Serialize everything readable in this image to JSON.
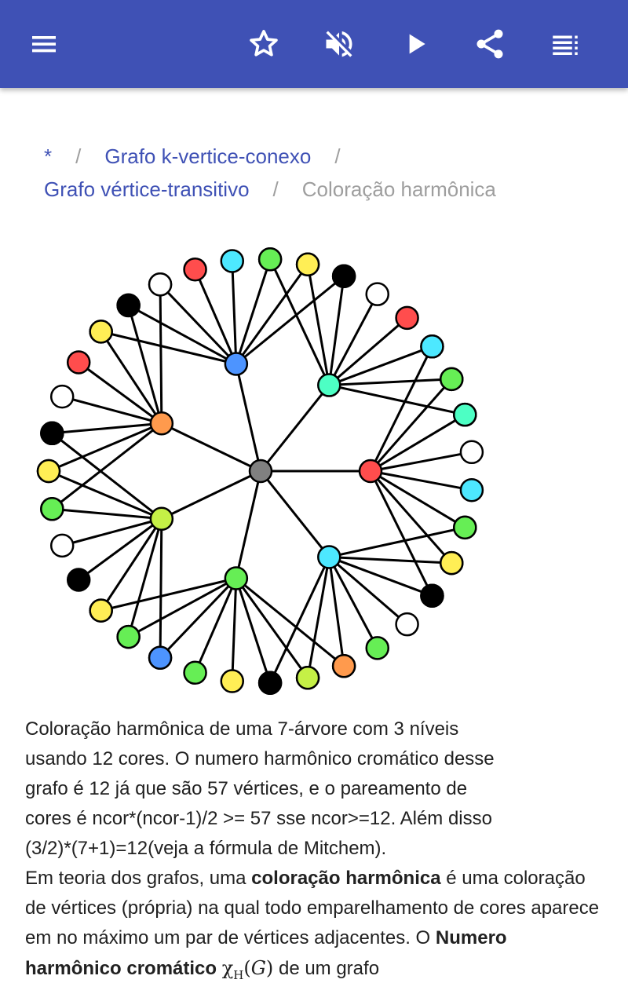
{
  "toolbar": {
    "icons": [
      "menu-icon",
      "star-icon",
      "volume-off-icon",
      "play-icon",
      "share-icon",
      "playlist-icon"
    ],
    "background": "#3f51b5"
  },
  "breadcrumb": {
    "items": [
      "*",
      "Grafo k-vertice-conexo",
      "Grafo vértice-transitivo"
    ],
    "separator": "/",
    "current": "Coloração harmônica"
  },
  "figure": {
    "colors": {
      "green": "#66ee55",
      "lime": "#c5f046",
      "yellow": "#ffee55",
      "black": "#000000",
      "white": "#ffffff",
      "red": "#ff4d4d",
      "cyan": "#4de8ff",
      "teal": "#4dffc4",
      "blue": "#4d94ff",
      "orange": "#ff9a4d",
      "gray": "#808080"
    },
    "center_color": "gray",
    "hub_colors": [
      "red",
      "cyan",
      "green",
      "lime",
      "orange",
      "blue",
      "teal"
    ],
    "leaf_colors": [
      [
        "lime",
        "yellow",
        "black",
        "white",
        "cyan",
        "green",
        "lime",
        "green"
      ],
      [
        "green",
        "yellow",
        "black",
        "white",
        "green",
        "lime",
        "cyan",
        "yellow"
      ],
      [
        "orange",
        "lime",
        "black",
        "yellow",
        "green",
        "white",
        "lime",
        "orange"
      ],
      [
        "blue",
        "green",
        "yellow",
        "black",
        "white",
        "orange",
        "blue",
        "teal"
      ],
      [
        "green",
        "yellow",
        "black",
        "white",
        "red",
        "blue",
        "teal",
        "green"
      ],
      [
        "yellow",
        "black",
        "white",
        "red",
        "cyan",
        "teal",
        "blue",
        "green"
      ],
      [
        "green",
        "yellow",
        "black",
        "white",
        "red",
        "cyan",
        "green",
        "teal"
      ]
    ]
  },
  "article": {
    "caption": "Coloração harmônica de uma 7-árvore com 3 níveis usando 12 cores. O numero harmônico cromático desse grafo é 12 já que são 57 vértices, e o pareamento de cores é ncor*(ncor-1)/2 >= 57 sse ncor>=12. Além disso (3/2)*(7+1)=12(veja a fórmula de Mitchem).",
    "p1_before": "Em teoria dos grafos, uma ",
    "p1_bold": "coloração harmônica",
    "p1_after": " é uma coloração de vértices (própria) na qual todo emparelhamento de cores aparece em no máximo um par de vértices adjacentes. O ",
    "p1_bold2": "Numero harmônico cromático",
    "chi": "χ",
    "chi_sub": "H",
    "graph_var": "G",
    "p1_tail": " de um grafo"
  }
}
